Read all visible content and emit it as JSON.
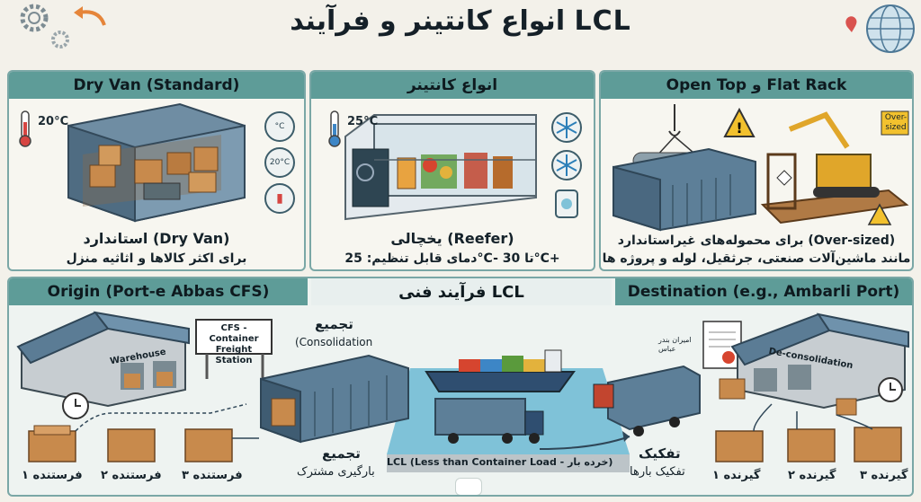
{
  "title": "انواع کانتینر و فرآیند LCL",
  "panels": {
    "dry_van": {
      "header": "Dry Van (Standard)",
      "temp": "20°C",
      "badge_icons": [
        "thermometer-c-icon",
        "20c-cloud-icon",
        "thermometer-icon"
      ],
      "badge_mid_text": "20°C",
      "badge_top_text": "°C",
      "caption1": "استاندارد (Dry Van)",
      "caption2": "برای اکثر کالاها و اثاثیه منزل"
    },
    "reefer": {
      "header": "انواع کانتینر",
      "temp": "25°C",
      "caption1": "یخچالی (Reefer)",
      "caption2": "دمای قابل تنظیم: 25°C- تا 30°C+"
    },
    "open_top": {
      "header": "Open Top و Flat Rack",
      "oversize_tag": "Over-sized",
      "caption1": "برای محموله‌های غیراستاندارد (Over-sized)",
      "caption2": "مانند ماشین‌آلات صنعتی، جرثقیل، لوله و پروژه ها"
    }
  },
  "process": {
    "origin_header": "Origin (Port-e Abbas CFS)",
    "middle_header": "فرآیند فنی LCL",
    "dest_header": "Destination (e.g., Ambarli Port)",
    "warehouse_label": "Warehouse",
    "cfs_sign": "CFS - Container Freight Station",
    "consolidation_fa": "تجمیع",
    "consolidation_en": "(Consolidation",
    "shared_fa_title": "تجمیع",
    "shared_fa_sub": "بارگیری مشترک",
    "lcl_line": "LCL (Less than Container Load - خرده بار)",
    "deconsolidation_label": "De-consolidation",
    "unpack_title": "تفکیک",
    "unpack_sub": "تفکیک بارها",
    "doc_stamp": "امیران بندر عباس",
    "senders": [
      "فرستنده ۱",
      "فرستنده ۲",
      "فرستنده ۳"
    ],
    "receivers": [
      "گیرنده ۱",
      "گیرنده ۲",
      "گیرنده ۳"
    ]
  },
  "colors": {
    "teal": "#5e9c98",
    "container_blue": "#5d7f98",
    "box_brown": "#c88a4c",
    "sea": "#7fc2d8"
  }
}
